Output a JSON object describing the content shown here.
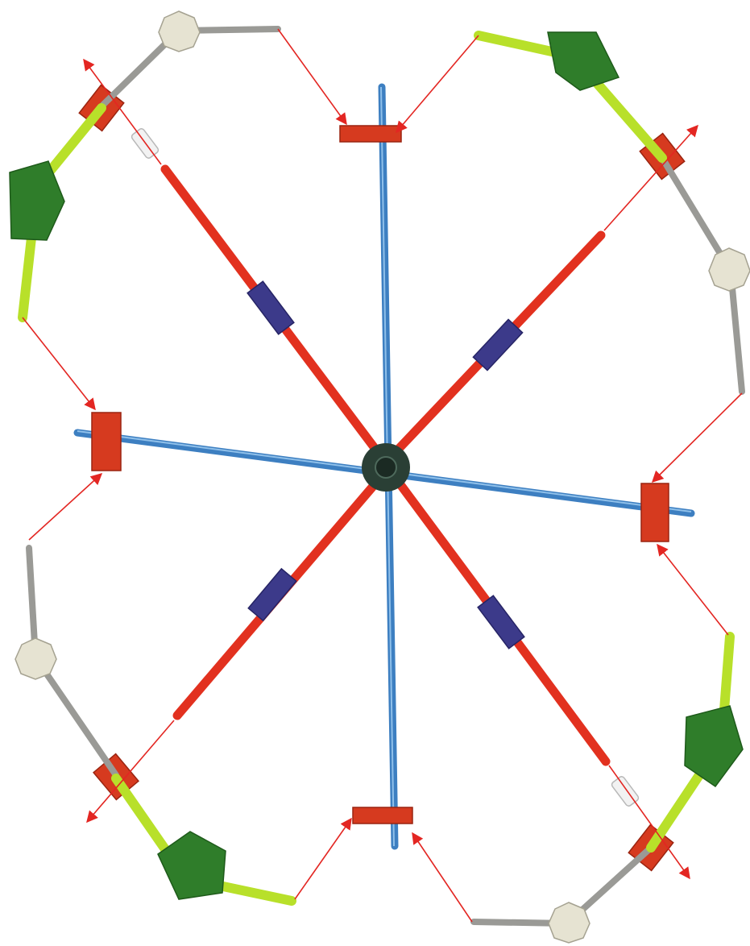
{
  "diagram": {
    "type": "assembly-instruction",
    "background": "#ffffff",
    "center_connector": {
      "name": "hub-connector",
      "color": "#2a3f35"
    },
    "axis_rods": {
      "name": "blue-rod",
      "color": "#3d7fc1",
      "count": 2
    },
    "spoke_rods": {
      "name": "red-rod",
      "color": "#e2311f",
      "count": 4
    },
    "rod_couplers": {
      "name": "purple-coupler",
      "color": "#3c3a8a",
      "count": 4
    },
    "rim_connectors": {
      "name": "red-connector",
      "color": "#d63a1f"
    },
    "outer_arms": [
      {
        "name": "gray-arm",
        "rod_color": "#9a9a96",
        "connector_color": "#e6e3d2"
      },
      {
        "name": "green-arm",
        "rod_color": "#b8e02a",
        "connector_color": "#2f7d2a"
      }
    ],
    "spacers": {
      "name": "white-spacer",
      "color": "#f2f2f2",
      "count": 2
    },
    "arrows": {
      "color": "#e32622",
      "count": 12
    }
  }
}
